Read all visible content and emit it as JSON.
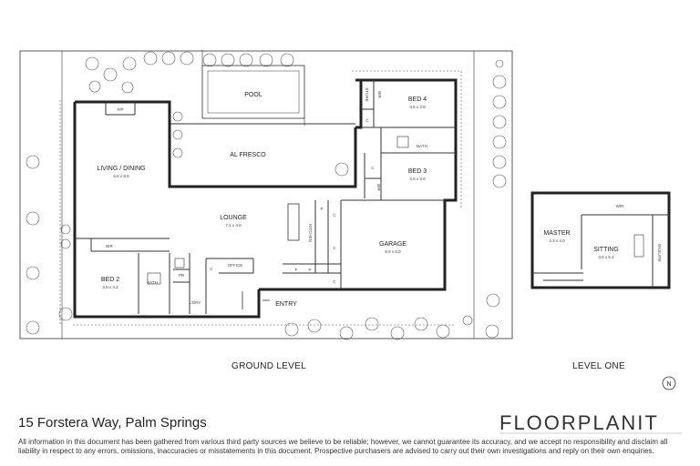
{
  "labels": {
    "ground_level": "GROUND LEVEL",
    "level_one": "LEVEL ONE"
  },
  "rooms": {
    "pool": "POOL",
    "al_fresco": "AL FRESCO",
    "living_dining": "LIVING / DINING",
    "living_dining_dim": "5.8 x 8.8",
    "fp": "F/P",
    "lounge": "LOUNGE",
    "lounge_dim": "7.2 x 4.6",
    "kitchen": "KITCHEN",
    "garage": "GARAGE",
    "garage_dim": "6.8 x 6.0",
    "bed2": "BED 2",
    "bed2_dim": "3.9 x 4.2",
    "bir": "BIR",
    "bath": "BATH",
    "pr": "PR",
    "ldry": "L'DRY",
    "office": "OFFICE",
    "entry": "ENTRY",
    "bed4": "BED 4",
    "bed4_dim": "4.5 x 3.0",
    "bed3": "BED 3",
    "bed3_dim": "4.5 x 3.0",
    "store": "STORE",
    "c": "C",
    "p": "P",
    "f": "F",
    "master": "MASTER",
    "master_dim": "3.3 x 4.0",
    "sitting": "SITTING",
    "sitting_dim": "3.6 x 5.4",
    "ensuite": "ENSUITE",
    "wir": "WIR"
  },
  "compass": "N",
  "footer": {
    "address": "15 Forstera Way, Palm Springs",
    "logo": "FLOORPLANIT",
    "disclaimer": "All information in this document has been gathered from various third party sources we believe to be reliable; however, we cannot guarantee its accuracy, and we accept no responsibility and disclaim all liability in respect to any errors, omissions, inaccuracies or misstatements in this document. Prospective purchasers are advised to carry out their own investigations and reply on their own enquiries."
  }
}
